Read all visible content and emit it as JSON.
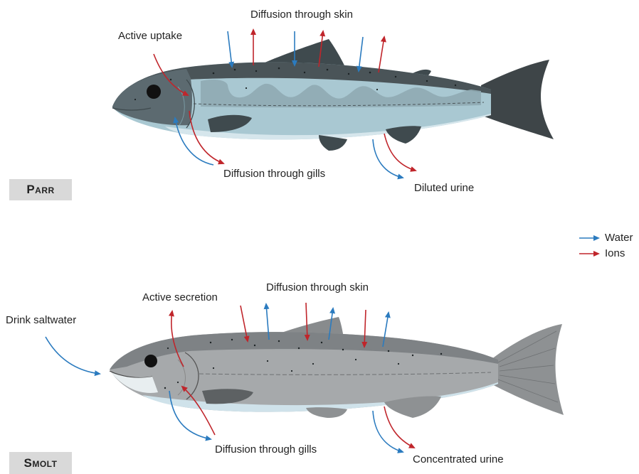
{
  "parr": {
    "stage_label": "Parr",
    "labels": {
      "skin": "Diffusion through skin",
      "active": "Active uptake",
      "gills": "Diffusion through gills",
      "urine": "Diluted urine"
    }
  },
  "smolt": {
    "stage_label": "Smolt",
    "labels": {
      "drink": "Drink saltwater",
      "active": "Active secretion",
      "skin": "Diffusion through skin",
      "gills": "Diffusion through gills",
      "urine": "Concentrated urine"
    }
  },
  "legend": {
    "water": "Water",
    "ions": "Ions"
  },
  "colors": {
    "water": "#2b7bbf",
    "ions": "#c0252b",
    "parr_back": "#4a5458",
    "parr_body": "#a9c8d2",
    "smolt_body": "#a6a9ab",
    "stage_box": "#d9d9d9"
  }
}
